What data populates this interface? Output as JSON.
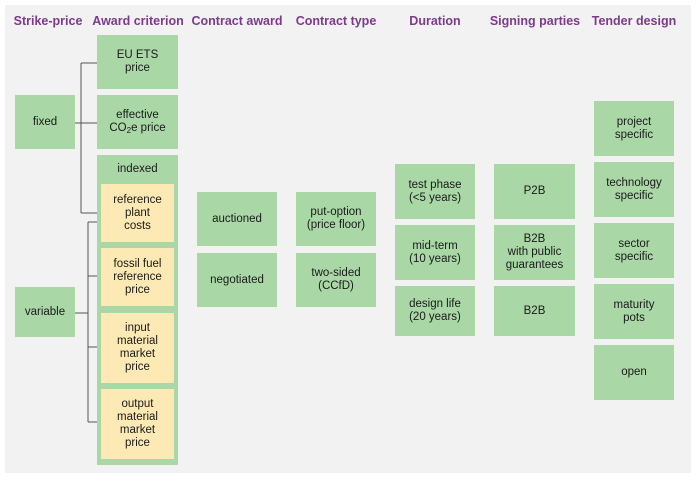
{
  "headers": {
    "strike_price": "Strike-price",
    "award_criterion": "Award criterion",
    "contract_award": "Contract award",
    "contract_type": "Contract type",
    "duration": "Duration",
    "signing_parties": "Signing parties",
    "tender_design": "Tender design"
  },
  "strike_price": {
    "fixed": "fixed",
    "variable": "variable"
  },
  "award_criterion": {
    "eu_ets_1": "EU ETS",
    "eu_ets_2": "price",
    "effective_1": "effective",
    "effective_co": "CO",
    "effective_sub": "2",
    "effective_e": "e price",
    "indexed": "indexed",
    "reference_1": "reference",
    "reference_2": "plant",
    "reference_3": "costs",
    "fossil_1": "fossil fuel",
    "fossil_2": "reference",
    "fossil_3": "price",
    "input_1": "input",
    "input_2": "material",
    "input_3": "market",
    "input_4": "price",
    "output_1": "output",
    "output_2": "material",
    "output_3": "market",
    "output_4": "price"
  },
  "contract_award": {
    "auctioned": "auctioned",
    "negotiated": "negotiated"
  },
  "contract_type": {
    "put_1": "put-option",
    "put_2": "(price floor)",
    "two_1": "two-sided",
    "two_2": "(CCfD)"
  },
  "duration": {
    "test_1": "test phase",
    "test_2": "(<5 years)",
    "mid_1": "mid-term",
    "mid_2": "(10 years)",
    "design_1": "design life",
    "design_2": "(20 years)"
  },
  "signing_parties": {
    "p2b": "P2B",
    "b2b_pub_1": "B2B",
    "b2b_pub_2": "with public",
    "b2b_pub_3": "guarantees",
    "b2b": "B2B"
  },
  "tender_design": {
    "project_1": "project",
    "project_2": "specific",
    "technology_1": "technology",
    "technology_2": "specific",
    "sector_1": "sector",
    "sector_2": "specific",
    "maturity_1": "maturity",
    "maturity_2": "pots",
    "open": "open"
  },
  "colors": {
    "header": "#7d3a8c",
    "green_box": "#a9d8a6",
    "yellow_box": "#fde9b4",
    "background": "#f2f2f2"
  }
}
